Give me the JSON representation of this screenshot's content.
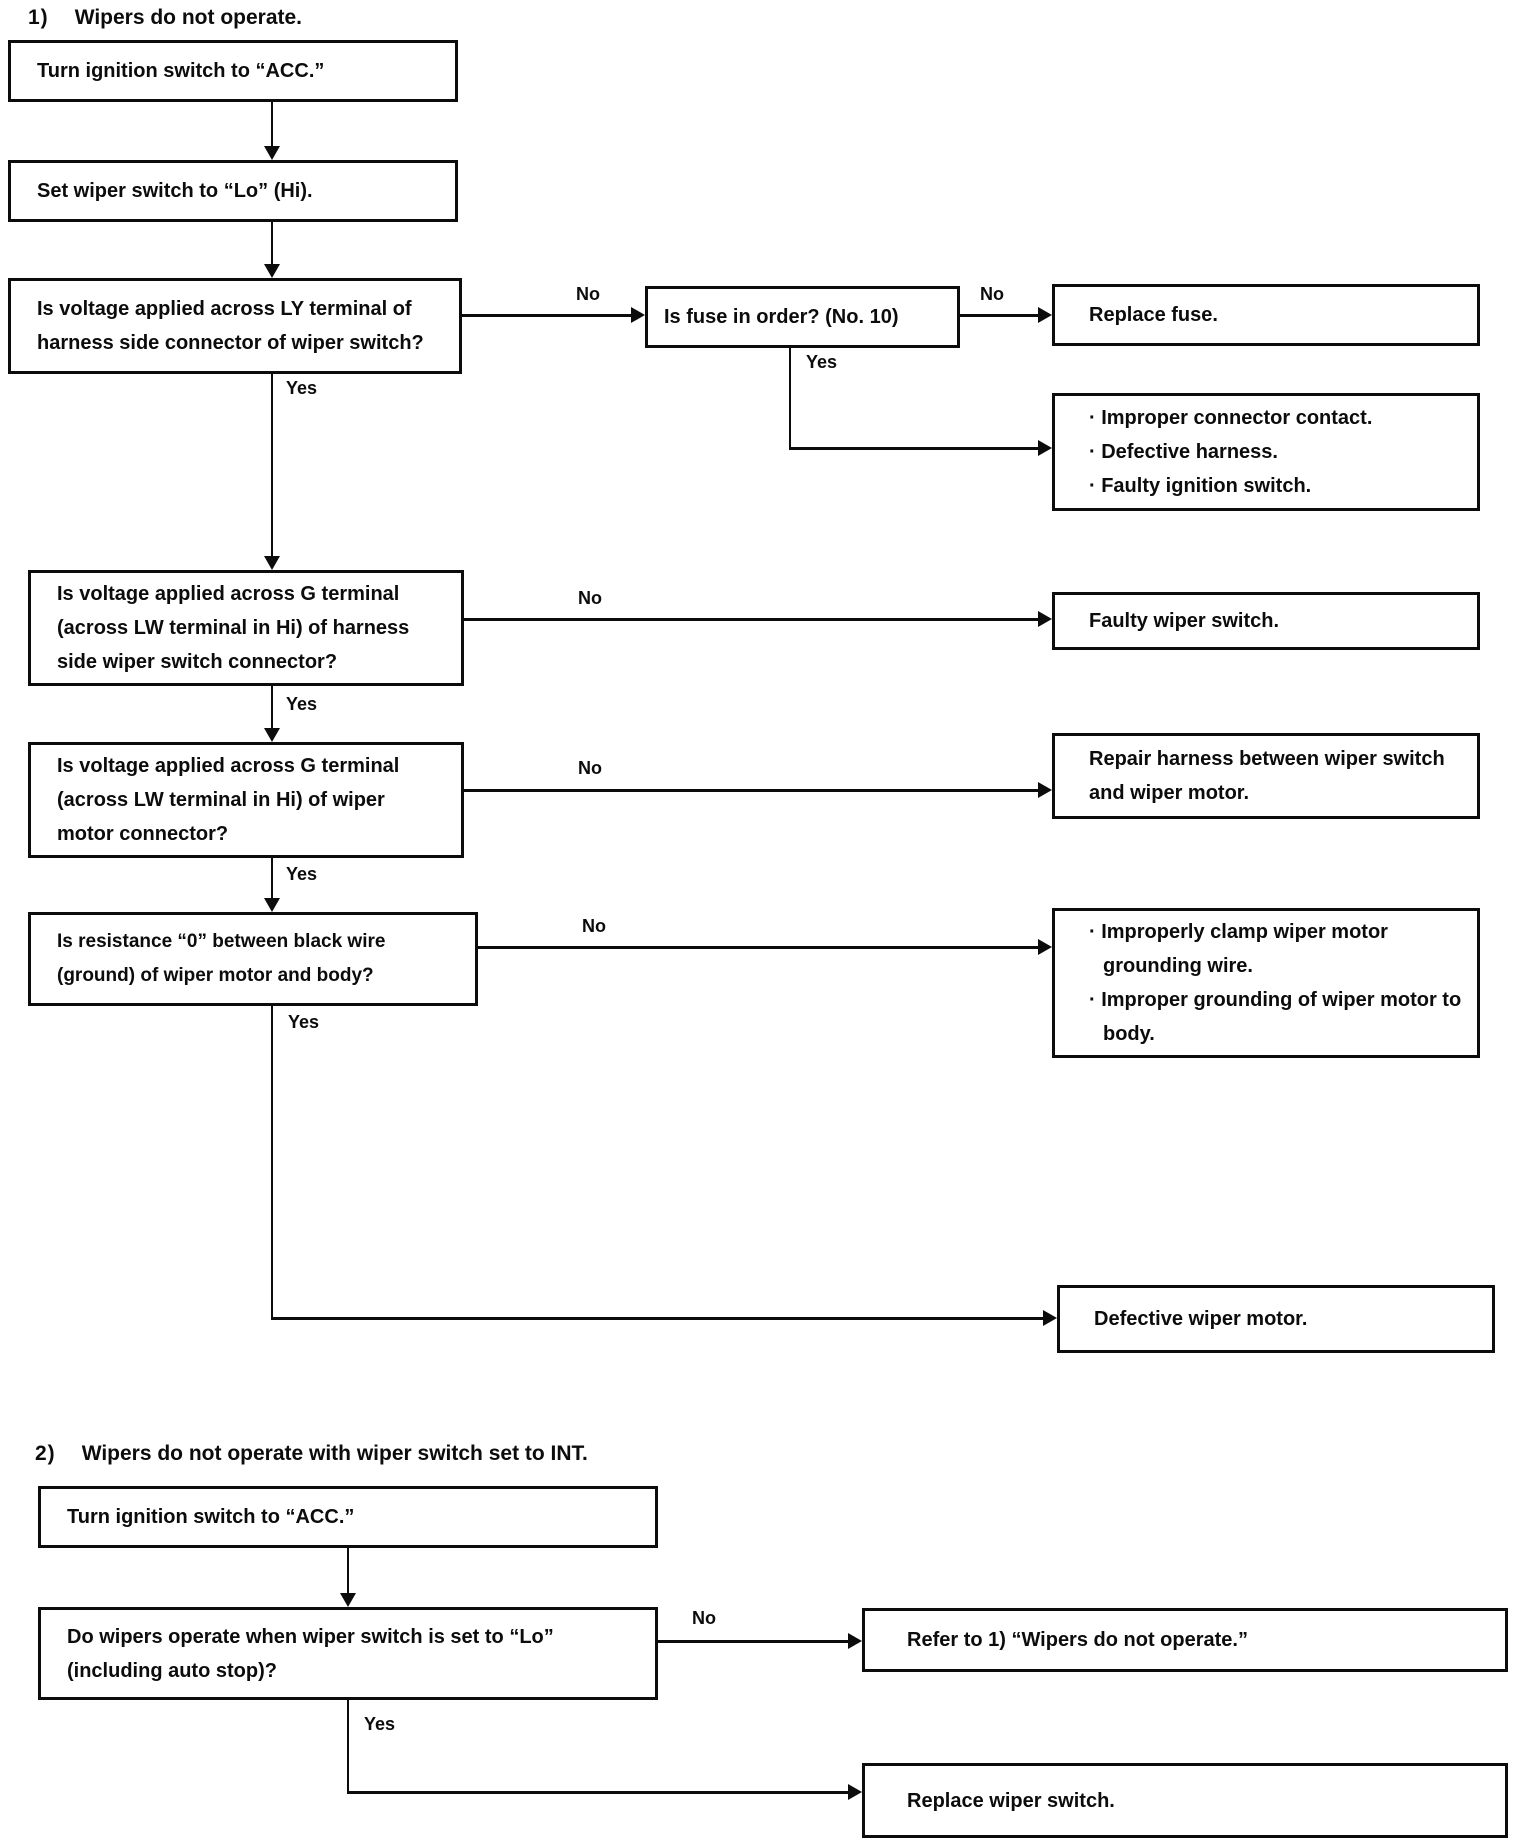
{
  "labels": {
    "yes": "Yes",
    "no": "No"
  },
  "section1": {
    "number": "1)",
    "title": "Wipers do not operate.",
    "turn_ignition": "Turn ignition switch to “ACC.”",
    "set_wiper_lo": "Set wiper switch to “Lo” (Hi).",
    "q_voltage_ly": "Is voltage applied across LY terminal of harness side connector of wiper switch?",
    "q_fuse": "Is fuse in order? (No. 10)",
    "replace_fuse": "Replace fuse.",
    "fuse_yes_causes": [
      "· Improper connector contact.",
      "· Defective harness.",
      "· Faulty ignition switch."
    ],
    "q_voltage_g_switch": "Is voltage applied across G terminal (across LW terminal in Hi) of harness side wiper switch connector?",
    "faulty_wiper_switch": "Faulty wiper switch.",
    "q_voltage_g_motor": "Is voltage applied across G terminal (across LW terminal in Hi) of wiper motor connector?",
    "repair_harness": "Repair harness between wiper switch and wiper motor.",
    "q_resistance_zero": "Is resistance “0” between black wire (ground) of wiper motor and body?",
    "ground_causes": [
      "· Improperly clamp wiper motor grounding wire.",
      "· Improper grounding of wiper motor to body."
    ],
    "defective_wiper_motor": "Defective wiper motor."
  },
  "section2": {
    "number": "2)",
    "title": "Wipers do not operate with wiper switch set to INT.",
    "turn_ignition": "Turn ignition switch to “ACC.”",
    "q_wipers_lo": "Do wipers operate when wiper switch is set to “Lo” (including auto stop)?",
    "refer_to_1": "Refer to 1) “Wipers do not operate.”",
    "replace_wiper_switch": "Replace wiper switch."
  }
}
